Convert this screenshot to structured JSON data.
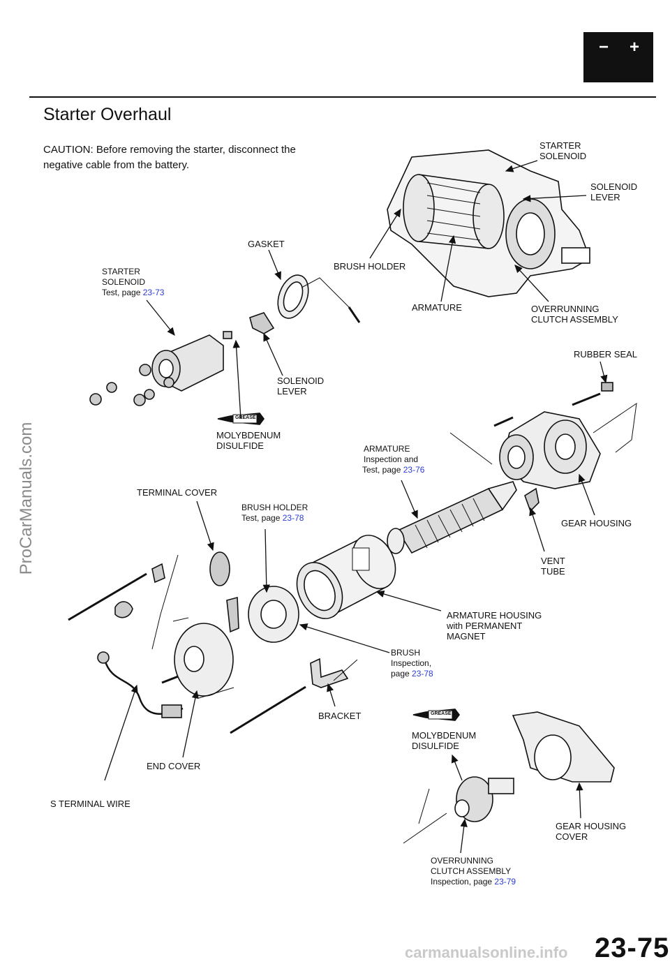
{
  "header": {
    "battery_minus": "−",
    "battery_plus": "+",
    "title": "Starter Overhaul",
    "caution_line1": "CAUTION:  Before removing the starter, disconnect the",
    "caution_line2": "negative cable from the battery."
  },
  "watermark": "ProCarManuals.com",
  "labels": {
    "starter_solenoid_top": [
      "STARTER",
      "SOLENOID"
    ],
    "solenoid_lever_top": [
      "SOLENOID",
      "LEVER"
    ],
    "gasket": "GASKET",
    "brush_holder_top": "BRUSH HOLDER",
    "starter_solenoid_test": [
      "STARTER",
      "SOLENOID"
    ],
    "starter_solenoid_test_text": "Test, page ",
    "starter_solenoid_test_ref": "23-73",
    "armature_top": "ARMATURE",
    "overrunning_top": [
      "OVERRUNNING",
      "CLUTCH  ASSEMBLY"
    ],
    "rubber_seal": "RUBBER SEAL",
    "solenoid_lever_mid": [
      "SOLENOID",
      "LEVER"
    ],
    "grease_label": "GREASE",
    "molybdenum_mid": [
      "MOLYBDENUM",
      "DISULFIDE"
    ],
    "armature_inspect": "ARMATURE",
    "armature_inspect_text": "Inspection  and",
    "armature_inspect_text2": "Test, page ",
    "armature_inspect_ref": "23-76",
    "terminal_cover": "TERMINAL  COVER",
    "brush_holder_test": "BRUSH HOLDER",
    "brush_holder_test_text": "Test, page ",
    "brush_holder_test_ref": "23-78",
    "gear_housing": "GEAR HOUSING",
    "vent_tube": [
      "VENT",
      "TUBE"
    ],
    "armature_housing": [
      "ARMATURE  HOUSING",
      "with  PERMANENT",
      "MAGNET"
    ],
    "brush": "BRUSH",
    "brush_text": "Inspection,",
    "brush_text2": "page ",
    "brush_ref": "23-78",
    "bracket": "BRACKET",
    "molybdenum_low": [
      "MOLYBDENUM",
      "DISULFIDE"
    ],
    "end_cover": "END  COVER",
    "s_terminal_wire": "S  TERMINAL  WIRE",
    "gear_housing_cover": [
      "GEAR  HOUSING",
      "COVER"
    ],
    "overrunning_low": [
      "OVERRUNNING",
      "CLUTCH ASSEMBLY"
    ],
    "overrunning_low_text": "Inspection, page ",
    "overrunning_low_ref": "23-79"
  },
  "footer": {
    "page_number": "23-75",
    "site_mark": "carmanualsonline.info"
  }
}
